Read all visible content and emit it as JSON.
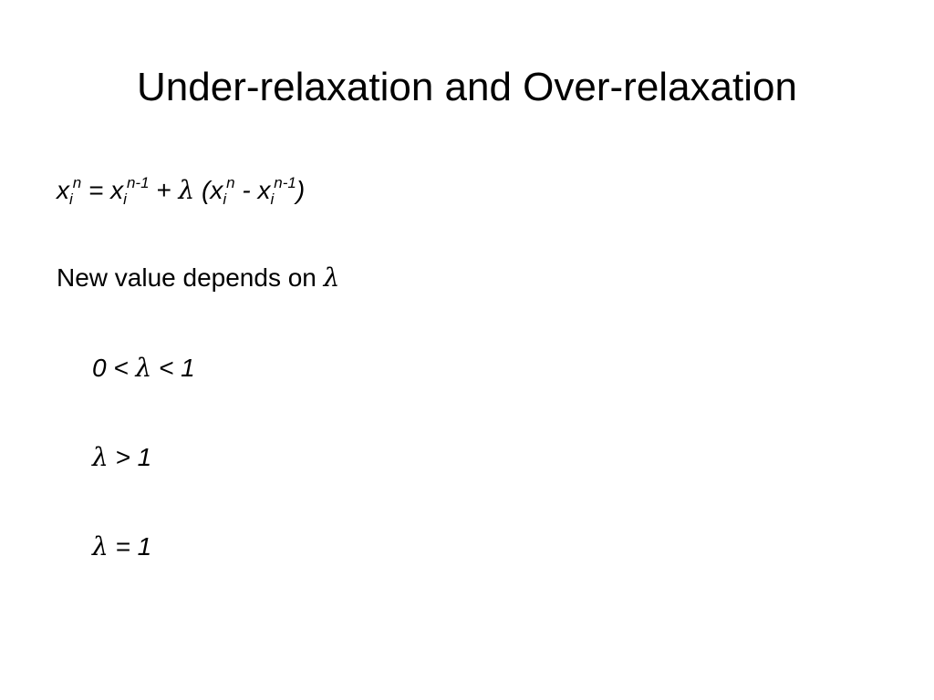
{
  "slide": {
    "title": "Under-relaxation and Over-relaxation",
    "formula": {
      "x": "x",
      "i": "i",
      "n": "n",
      "n_minus_1": "n-1",
      "equals": " = ",
      "plus": " + ",
      "lambda": "λ",
      "open_paren": " (",
      "minus": " - ",
      "close_paren": ")"
    },
    "depends_text": "New value depends on ",
    "lambda_symbol": "λ",
    "cases": [
      {
        "prefix": "0 < ",
        "suffix": " < 1"
      },
      {
        "prefix": "",
        "suffix": " > 1"
      },
      {
        "prefix": "",
        "suffix": " = 1"
      }
    ]
  }
}
